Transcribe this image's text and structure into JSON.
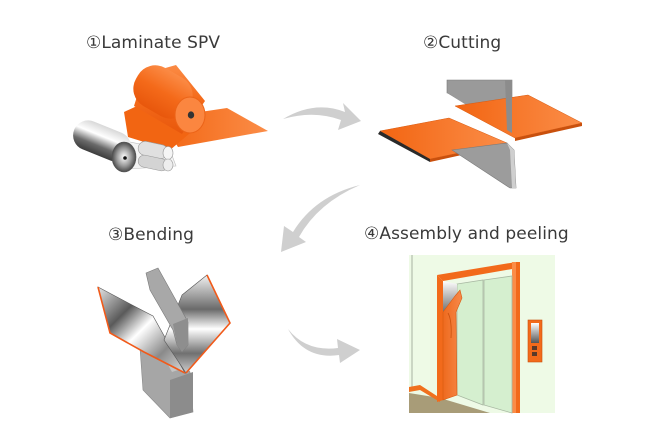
{
  "diagram": {
    "type": "process-flow",
    "steps": [
      {
        "number": "①",
        "label": "Laminate SPV",
        "title": "①Laminate SPV",
        "illustration": "laminating-rollers"
      },
      {
        "number": "②",
        "label": "Cutting",
        "title": "②Cutting",
        "illustration": "shear-cutting"
      },
      {
        "number": "③",
        "label": "Bending",
        "title": "③Bending",
        "illustration": "press-brake-bending"
      },
      {
        "number": "④",
        "label": "Assembly and peeling",
        "title": "④Assembly and peeling",
        "illustration": "elevator-door-film-peeling"
      }
    ],
    "flow": [
      {
        "from": 1,
        "to": 2,
        "icon": "curved-arrow-right"
      },
      {
        "from": 2,
        "to": 3,
        "icon": "curved-arrow-down-left"
      },
      {
        "from": 3,
        "to": 4,
        "icon": "curved-arrow-right"
      }
    ],
    "colors": {
      "film_orange": "#f26a1b",
      "film_orange_light": "#fb8a40",
      "steel_gray": "#9e9e9e",
      "arrow_gray": "#cfcfcf",
      "text": "#3a3a3a",
      "wall_green": "#eefae6",
      "floor_brown": "#a89c78"
    }
  }
}
